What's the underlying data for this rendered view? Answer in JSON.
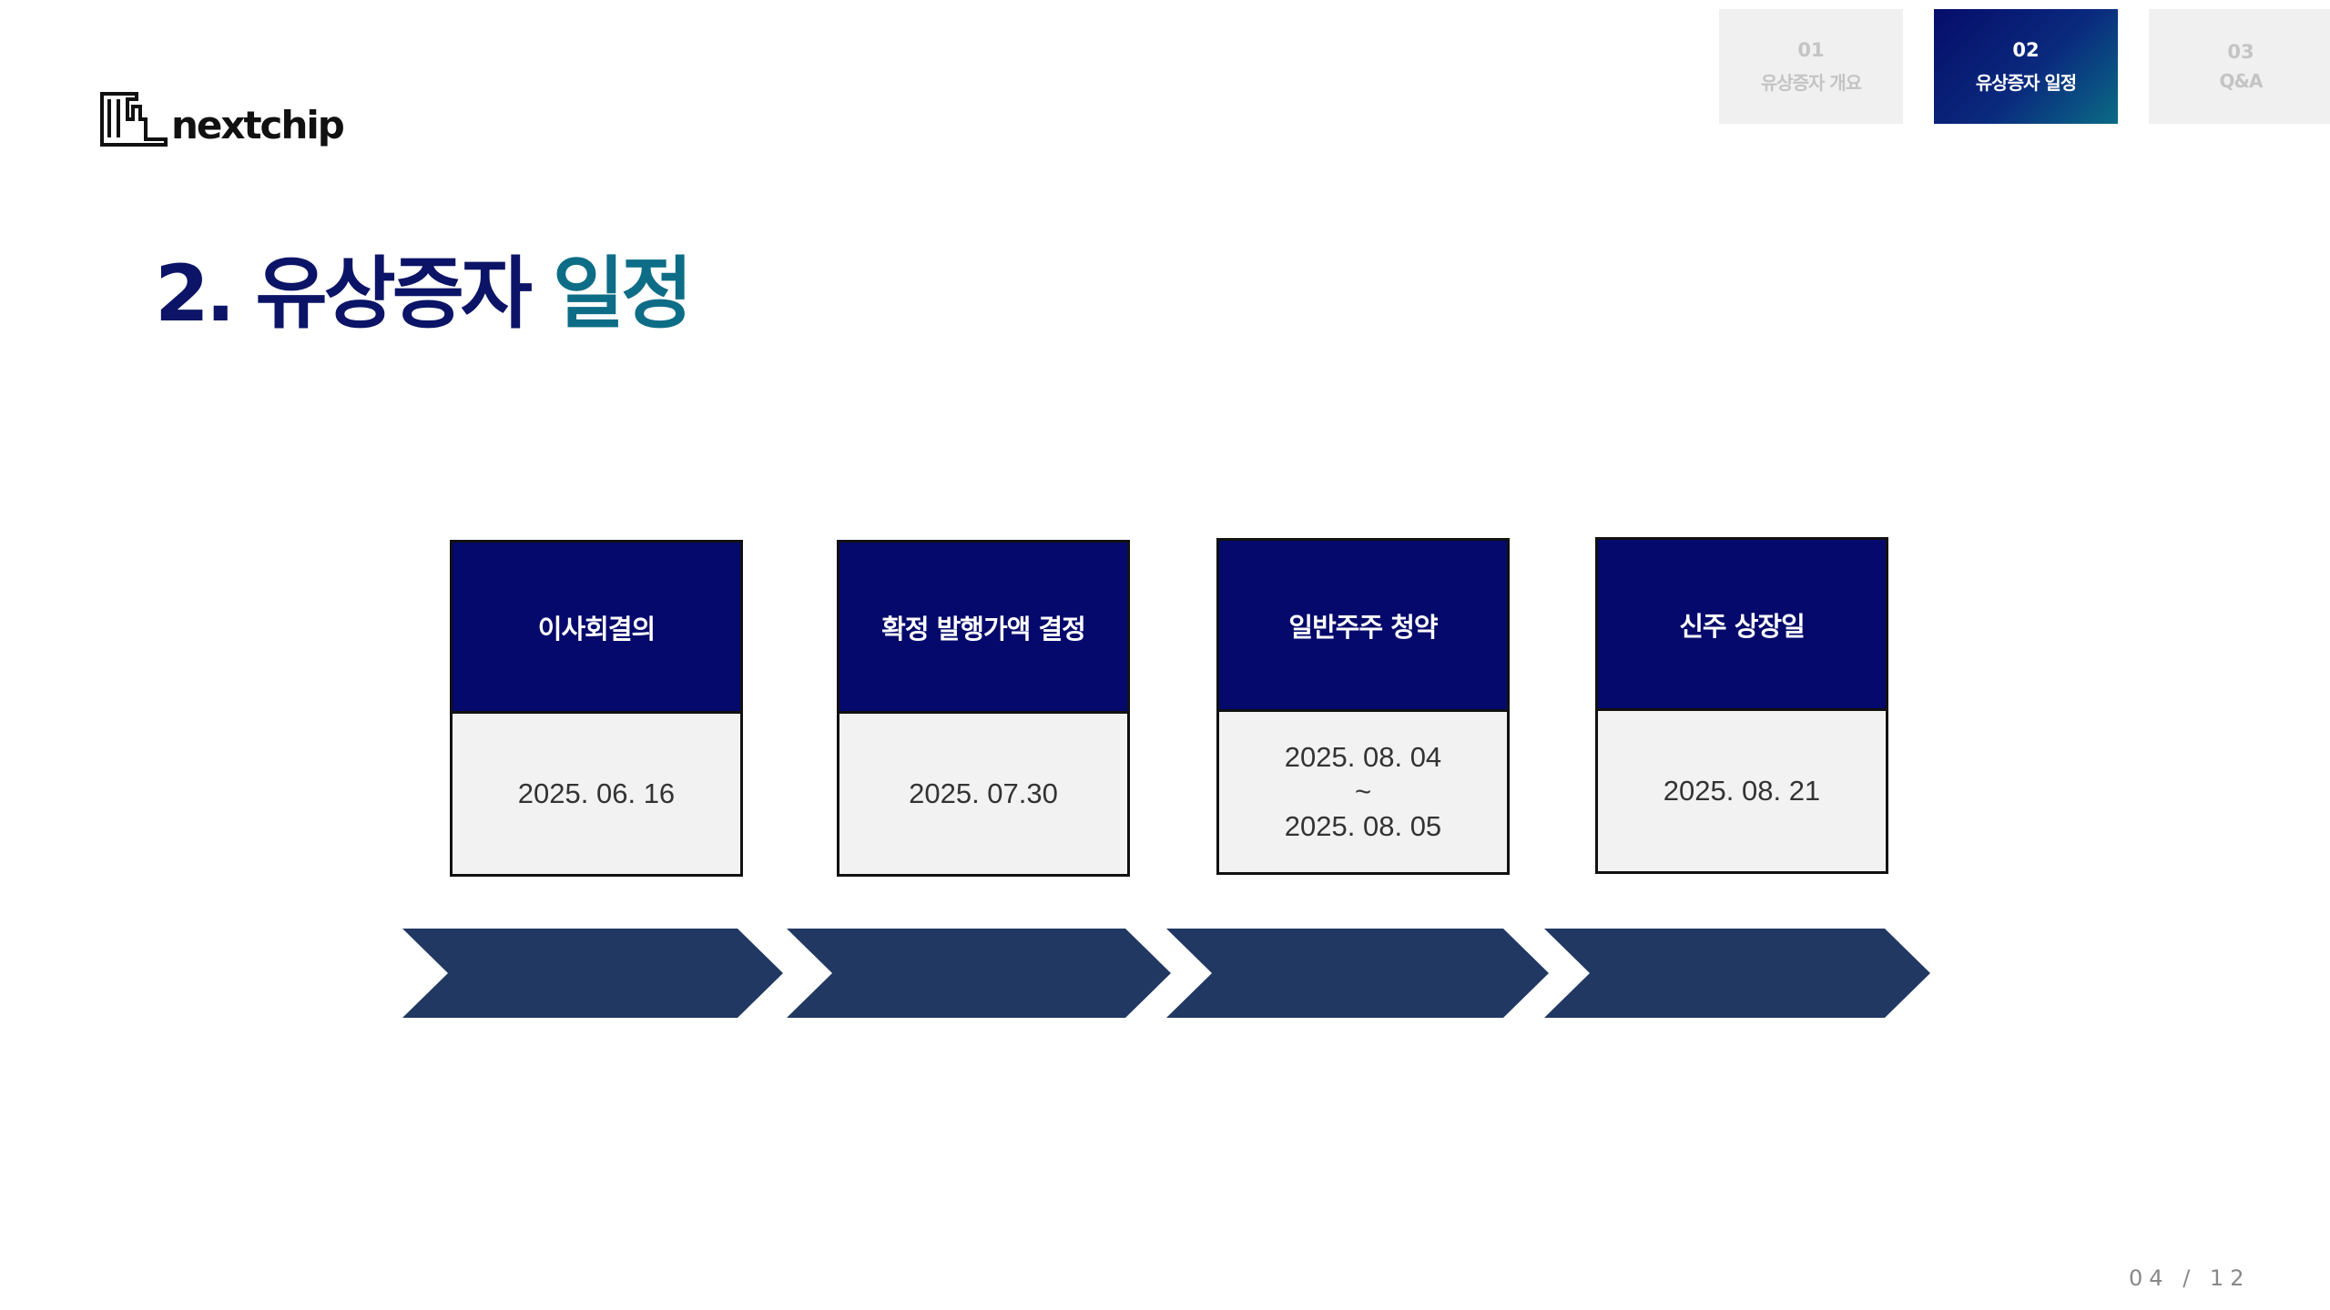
{
  "brand": {
    "name": "nextchip",
    "icon": "nextchip-logo-icon"
  },
  "nav": {
    "tabs": [
      {
        "num": "01",
        "label": "유상증자 개요",
        "active": false
      },
      {
        "num": "02",
        "label": "유상증자 일정",
        "active": true
      },
      {
        "num": "03",
        "label": "Q&A",
        "active": false
      }
    ]
  },
  "title": {
    "prefix": "2. 유상증자",
    "accent": "일정"
  },
  "timeline": [
    {
      "label": "이사회결의",
      "date_lines": [
        "2025. 06. 16"
      ]
    },
    {
      "label": "확정 발행가액 결정",
      "date_lines": [
        "2025. 07.30"
      ]
    },
    {
      "label": "일반주주 청약",
      "date_lines": [
        "2025. 08. 04",
        "~",
        "2025. 08. 05"
      ]
    },
    {
      "label": "신주 상장일",
      "date_lines": [
        "2025. 08. 21"
      ]
    }
  ],
  "pagination": {
    "current": "04",
    "separator": "/",
    "total": "12"
  },
  "colors": {
    "navy": "#04096b",
    "title_navy": "#0b1466",
    "accent_teal": "#0d6d86",
    "arrow": "#213863",
    "card_body": "#f2f2f2"
  }
}
